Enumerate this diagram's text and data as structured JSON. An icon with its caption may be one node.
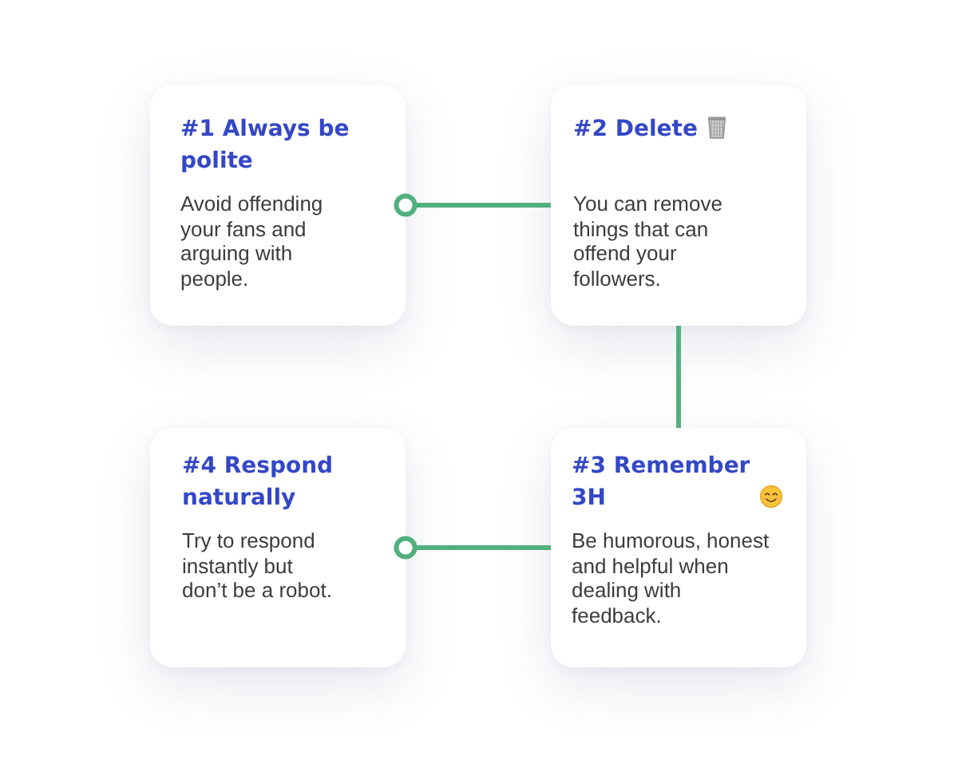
{
  "diagram": {
    "nodes": [
      {
        "text": [
          "#1 Always be polite",
          "Avoid offending your fans and arguing with people."
        ]
      },
      {
        "text": [
          "#2 Delete",
          "You can remove things that can offend your followers."
        ]
      },
      {
        "text": [
          "#4 Respond naturally",
          "Try to respond instantly but don’t be a robot."
        ]
      },
      {
        "text": [
          "#3 Remember 3H",
          "Be humorous, honest and helpful when dealing with feedback."
        ]
      }
    ],
    "edges": [
      {
        "from": 0,
        "to": 1,
        "arrow": "other"
      },
      {
        "from": 1,
        "to": 3,
        "arrow": "none"
      },
      {
        "from": 2,
        "to": 3,
        "arrow": "other"
      }
    ]
  }
}
